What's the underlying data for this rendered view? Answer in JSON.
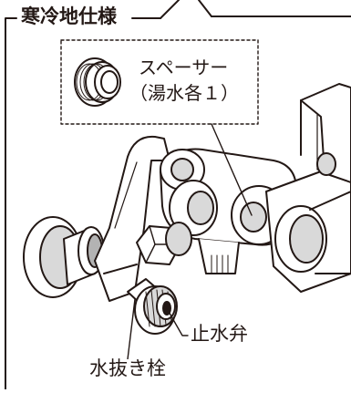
{
  "frame": {
    "title": "寒冷地仕様"
  },
  "callouts": {
    "spacer_name": "スペーサー",
    "spacer_note": "（湯水各１）",
    "stop_valve": "止水弁",
    "drain_plug": "水抜き栓"
  },
  "colors": {
    "ink": "#231815",
    "shade": "#d9d9d9",
    "shade_dark": "#b3b3b3",
    "paper": "#ffffff"
  }
}
